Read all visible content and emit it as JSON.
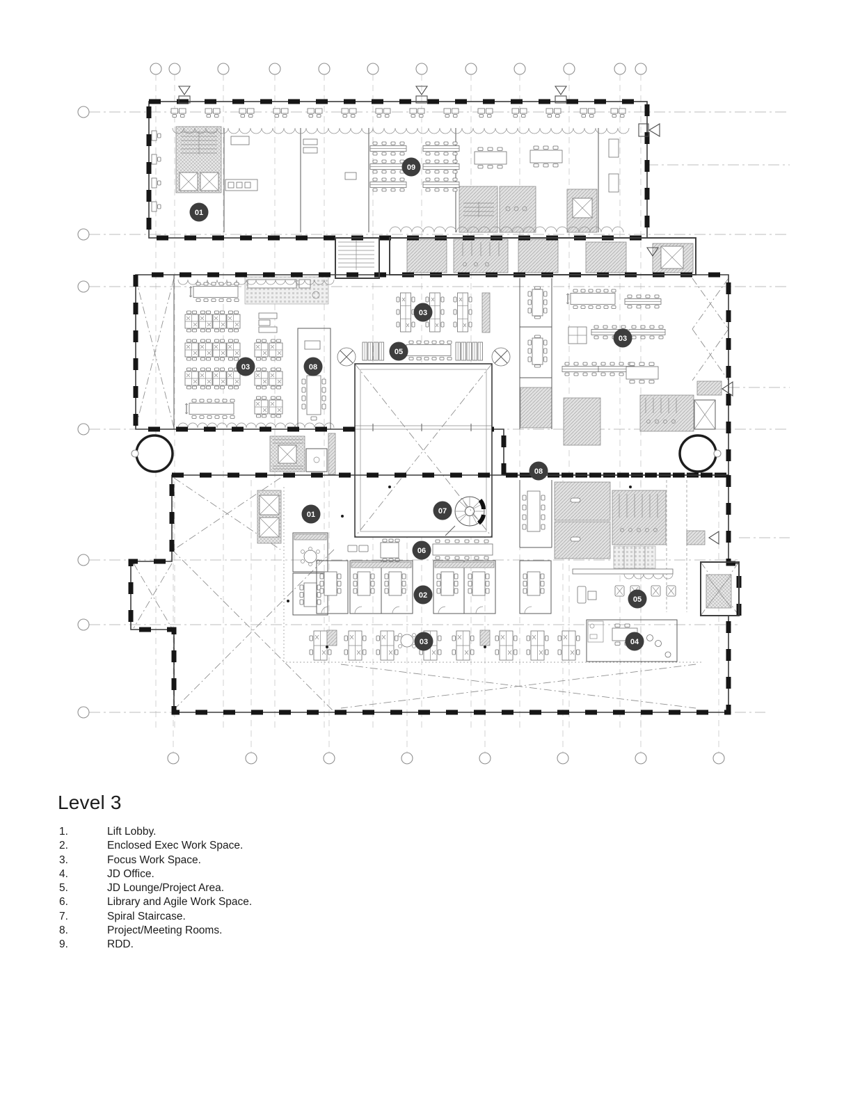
{
  "title": "Level 3",
  "legend": {
    "items": [
      {
        "num": "1.",
        "label": "Lift Lobby."
      },
      {
        "num": "2.",
        "label": "Enclosed Exec Work Space."
      },
      {
        "num": "3.",
        "label": "Focus Work Space."
      },
      {
        "num": "4.",
        "label": "JD Office."
      },
      {
        "num": "5.",
        "label": "JD Lounge/Project Area."
      },
      {
        "num": "6.",
        "label": "Library and Agile Work Space."
      },
      {
        "num": "7.",
        "label": "Spiral Staircase."
      },
      {
        "num": "8.",
        "label": "Project/Meeting Rooms."
      },
      {
        "num": "9.",
        "label": "RDD."
      }
    ]
  },
  "plan": {
    "marker_color": "#3d3d3d",
    "marker_text_color": "#ffffff",
    "markers": [
      {
        "id": "01"
      },
      {
        "id": "09"
      },
      {
        "id": "03"
      },
      {
        "id": "08"
      },
      {
        "id": "05"
      },
      {
        "id": "03"
      },
      {
        "id": "03"
      },
      {
        "id": "08"
      },
      {
        "id": "01"
      },
      {
        "id": "07"
      },
      {
        "id": "06"
      },
      {
        "id": "02"
      },
      {
        "id": "03"
      },
      {
        "id": "05"
      },
      {
        "id": "04"
      }
    ]
  }
}
